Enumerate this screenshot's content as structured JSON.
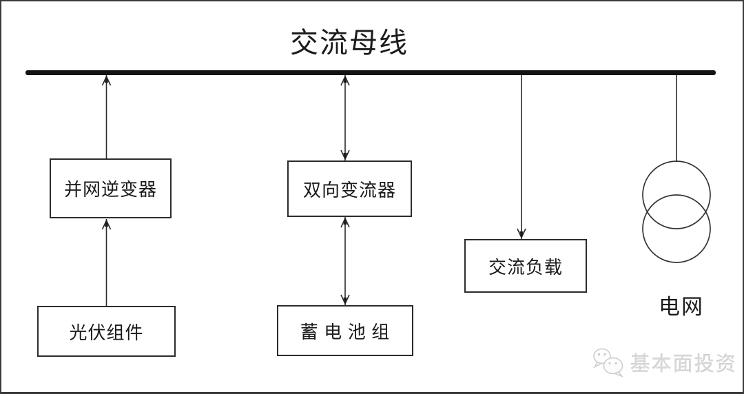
{
  "diagram": {
    "title": "交流母线",
    "nodes": {
      "inverter": {
        "label": "并网逆变器"
      },
      "pv": {
        "label": "光伏组件"
      },
      "converter": {
        "label": "双向变流器"
      },
      "battery": {
        "label": "蓄 电 池 组"
      },
      "load": {
        "label": "交流负载"
      },
      "grid": {
        "label": "电网",
        "symbol": "transformer-two-circles"
      }
    },
    "connections": [
      {
        "from": "inverter",
        "to": "ac-bus",
        "arrow": "up"
      },
      {
        "from": "pv",
        "to": "inverter",
        "arrow": "up"
      },
      {
        "from": "converter",
        "to": "ac-bus",
        "arrow": "both"
      },
      {
        "from": "battery",
        "to": "converter",
        "arrow": "both"
      },
      {
        "from": "ac-bus",
        "to": "load",
        "arrow": "down"
      },
      {
        "from": "ac-bus",
        "to": "grid",
        "arrow": "none"
      }
    ],
    "colors": {
      "line": "#1c1c1c",
      "box_border": "#2b2b2b",
      "watermark": "#d7d7d7"
    }
  },
  "watermark": {
    "icon": "wechat-icon",
    "text": "基本面投资"
  }
}
